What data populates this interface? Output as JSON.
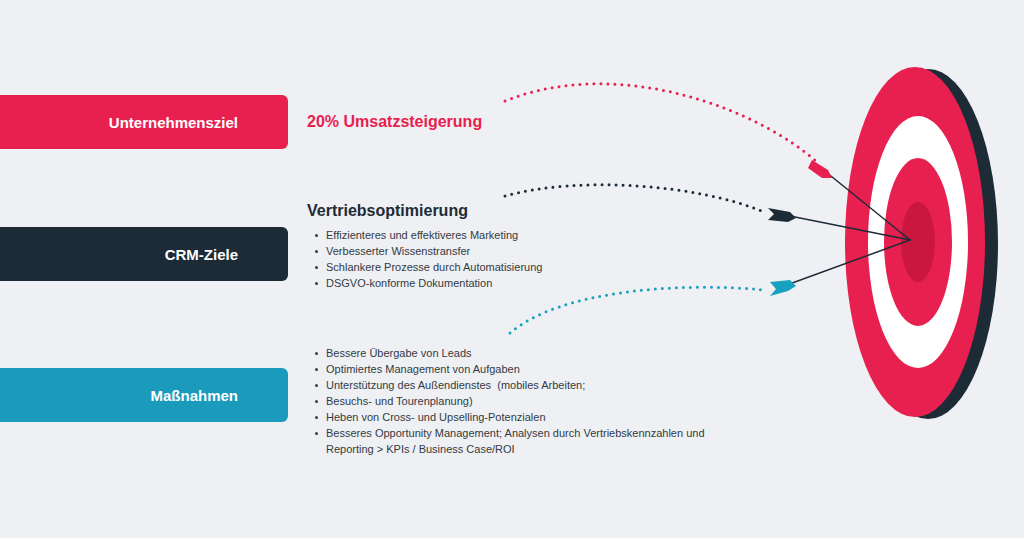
{
  "diagram": {
    "nodes": [
      {
        "text": [
          "Unternehmensziel"
        ]
      },
      {
        "text": [
          "CRM-Ziele"
        ]
      },
      {
        "text": [
          "Maßnahmen"
        ]
      }
    ],
    "labels": [
      "20% Umsatzsteigerung",
      "Vertriebsoptimierung",
      "Effizienteres und effektiveres Marketing",
      "Verbesserter Wissenstransfer",
      "Schlankere Prozesse durch Automatisierung",
      "DSGVO-konforme Dokumentation",
      "Bessere Übergabe von Leads",
      "Optimiertes Management von Aufgaben",
      "Unterstützung des Außendienstes  (mobiles Arbeiten;",
      "Besuchs- und Tourenplanung)",
      "Heben von Cross- und Upselling-Potenzialen",
      "Besseres Opportunity Management; Analysen durch Vertriebskennzahlen und Reporting > KPIs / Business Case/ROI"
    ]
  }
}
